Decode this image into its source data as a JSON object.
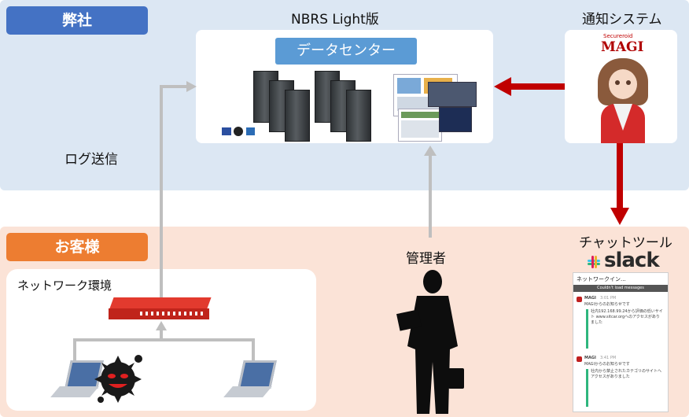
{
  "company": {
    "label": "弊社"
  },
  "customer": {
    "label": "お客様"
  },
  "datacenter": {
    "title": "NBRS Light版",
    "badge": "データセンター"
  },
  "notify": {
    "title": "通知システム",
    "logo_top": "Secureroid",
    "logo_main": "MAGI"
  },
  "log_send": {
    "label": "ログ送信"
  },
  "chat_tool": {
    "label": "チャットツール",
    "logo": "slack"
  },
  "admin": {
    "label": "管理者"
  },
  "network": {
    "label": "ネットワーク環境"
  },
  "slack_msgs": {
    "header": "ネットワークイン...",
    "banner": "Couldn't load messages",
    "sender1": "MAGI",
    "time1": "3:01 PM",
    "line1": "MAGIからのお知らせです",
    "body1": "社内192.168.99.24から評価の低いサイト www.sitcar.orgへのアクセスがありました",
    "sender2": "MAGI",
    "time2": "3:41 PM",
    "line2": "MAGIからのお知らせです",
    "body2": "社内から禁止されたカテゴリのサイトへアクセスがありました"
  },
  "colors": {
    "company_tag": "#4472c4",
    "customer_tag": "#ed7d31",
    "arrow_red": "#c00000",
    "arrow_gray": "#bfbfbf"
  }
}
